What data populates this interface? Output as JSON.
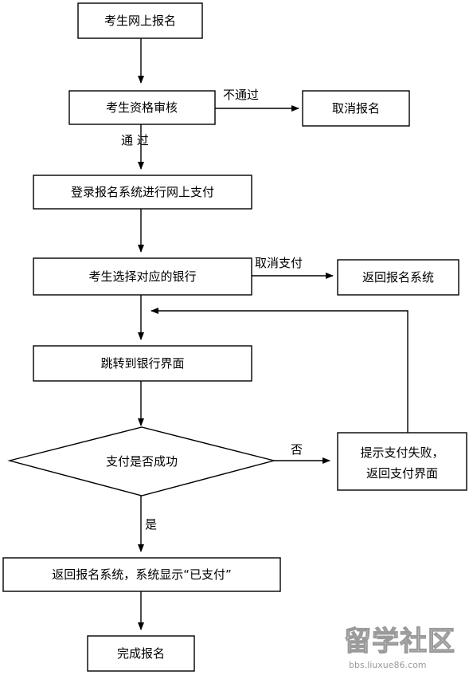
{
  "nodes": {
    "register_online": "考生网上报名",
    "qualification_review": "考生资格审核",
    "cancel_registration": "取消报名",
    "login_pay": "登录报名系统进行网上支付",
    "choose_bank": "考生选择对应的银行",
    "return_system": "返回报名系统",
    "jump_bank": "跳转到银行界面",
    "payment_success_q": "支付是否成功",
    "payment_failed_line1": "提示支付失败，",
    "payment_failed_line2": "返回支付界面",
    "return_paid": "返回报名系统，系统显示“已支付”",
    "complete": "完成报名"
  },
  "edges": {
    "not_passed": "不通过",
    "passed": "通  过",
    "cancel_payment": "取消支付",
    "no": "否",
    "yes": "是"
  },
  "watermark": {
    "brand": "留学社区",
    "url": "bbs.liuxue86.com"
  }
}
